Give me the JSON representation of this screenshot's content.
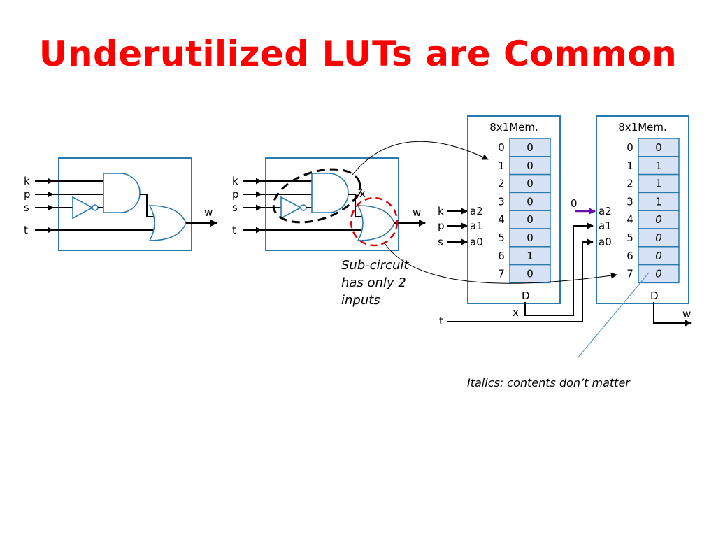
{
  "title": "Underutilized LUTs are Common",
  "colors": {
    "title": "#ff0000",
    "box_border": "#2a7ab0",
    "box_fill": "#ffffff",
    "cell_fill": "#d7e3f5",
    "gate_color": "#2a7ab0",
    "red_value": "#e00000",
    "purple_value": "#6a0dad",
    "annotation_line": "#5b9bd5"
  },
  "circuit1": {
    "inputs": [
      "k",
      "p",
      "s",
      "t"
    ],
    "output": "w"
  },
  "circuit2": {
    "inputs": [
      "k",
      "p",
      "s",
      "t"
    ],
    "internal": "x",
    "output": "w",
    "callout": [
      "Sub-circuit",
      "has only 2",
      "inputs"
    ]
  },
  "lut1": {
    "title": "8x1Mem.",
    "addresses": [
      "0",
      "1",
      "2",
      "3",
      "4",
      "5",
      "6",
      "7"
    ],
    "values": [
      "0",
      "0",
      "0",
      "0",
      "0",
      "0",
      "1",
      "0"
    ],
    "address_pins": [
      "a2",
      "a1",
      "a0"
    ],
    "input_labels": [
      "k",
      "p",
      "s"
    ],
    "data_pin": "D",
    "output_label": "x"
  },
  "lut2": {
    "title": "8x1Mem.",
    "addresses": [
      "0",
      "1",
      "2",
      "3",
      "4",
      "5",
      "6",
      "7"
    ],
    "values": [
      {
        "v": "0",
        "style": "red"
      },
      {
        "v": "1",
        "style": "red"
      },
      {
        "v": "1",
        "style": "red"
      },
      {
        "v": "1",
        "style": "red"
      },
      {
        "v": "0",
        "style": "purple-italic"
      },
      {
        "v": "0",
        "style": "purple-italic"
      },
      {
        "v": "0",
        "style": "purple-italic"
      },
      {
        "v": "0",
        "style": "purple-italic"
      }
    ],
    "address_pins": [
      "a2",
      "a1",
      "a0"
    ],
    "a2_const": "0",
    "data_pin": "D",
    "output_label": "w",
    "t_label": "t"
  },
  "note": "Italics: contents don’t matter"
}
